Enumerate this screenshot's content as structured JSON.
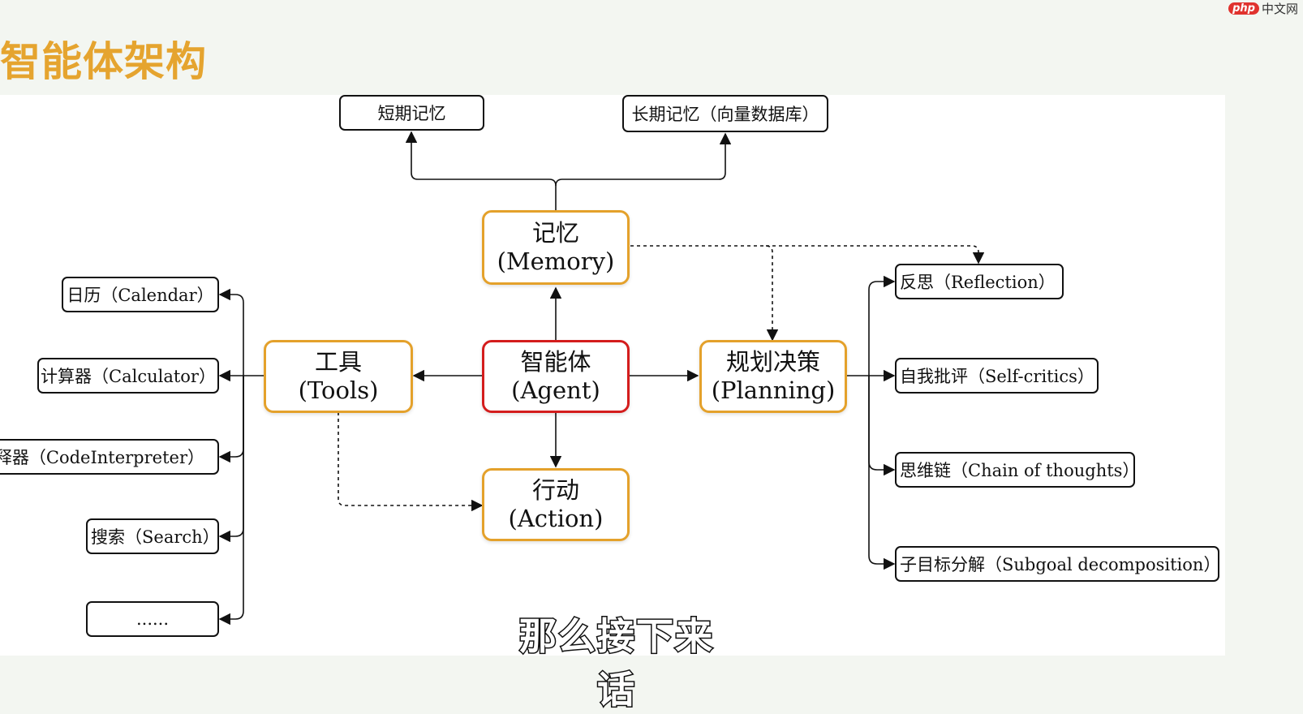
{
  "page_title": "智能体架构",
  "watermark": {
    "badge": "php",
    "text": "中文网"
  },
  "center": {
    "line1": "智能体",
    "line2": "(Agent)"
  },
  "memory": {
    "line1": "记忆",
    "line2": "(Memory)"
  },
  "tools": {
    "line1": "工具",
    "line2": "(Tools)"
  },
  "planning": {
    "line1": "规划决策",
    "line2": "(Planning)"
  },
  "action": {
    "line1": "行动",
    "line2": "(Action)"
  },
  "memory_children": [
    "短期记忆",
    "长期记忆（向量数据库）"
  ],
  "tool_children": [
    "日历（Calendar）",
    "计算器（Calculator）",
    "解释器（CodeInterpreter）",
    "搜索（Search）",
    "......"
  ],
  "planning_children": [
    "反思（Reflection）",
    "自我批评（Self-critics）",
    "思维链（Chain of thoughts）",
    "子目标分解（Subgoal decomposition）"
  ],
  "colors": {
    "title": "#e5a42f",
    "main_border": "#e4a12b",
    "agent_border": "#d41d1d"
  },
  "subtitle": "那么接下来话"
}
